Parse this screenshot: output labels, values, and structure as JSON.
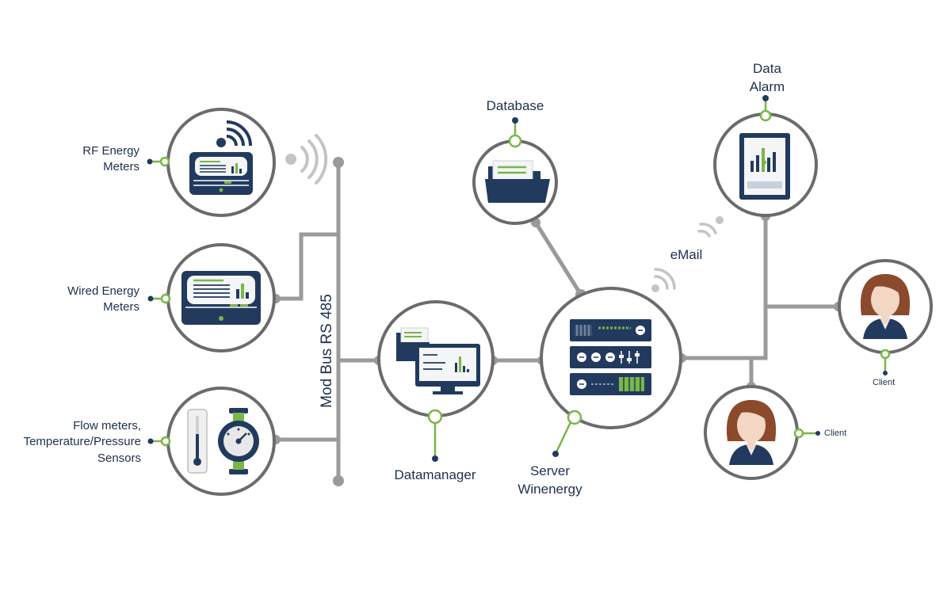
{
  "nodes": {
    "rf_meters": {
      "label": "RF Energy\nMeters",
      "icon": "wireless-meter-icon"
    },
    "wired_meters": {
      "label": "Wired Energy\nMeters",
      "icon": "energy-meter-icon"
    },
    "sensors": {
      "label": "Flow meters,\nTemperature/Pressure\nSensors",
      "icon": "thermometer-gauge-icon"
    },
    "bus": {
      "label": "Mod Bus RS 485"
    },
    "datamanager": {
      "label": "Datamanager",
      "icon": "monitor-folder-icon"
    },
    "database": {
      "label": "Database",
      "icon": "folder-icon"
    },
    "server": {
      "label": "Server\nWinenergy",
      "icon": "server-rack-icon"
    },
    "email": {
      "label": "eMail"
    },
    "data_alarm": {
      "label": "Data\nAlarm",
      "icon": "alarm-chart-icon"
    },
    "client_1": {
      "label": "Client",
      "icon": "woman-avatar-icon"
    },
    "client_2": {
      "label": "Client",
      "icon": "woman-avatar-icon"
    }
  },
  "colors": {
    "navy": "#223a5e",
    "green": "#7ab648",
    "gray_line": "#9a9a9a",
    "circle_border": "#6b6b6b",
    "text": "#1f2f4d"
  }
}
